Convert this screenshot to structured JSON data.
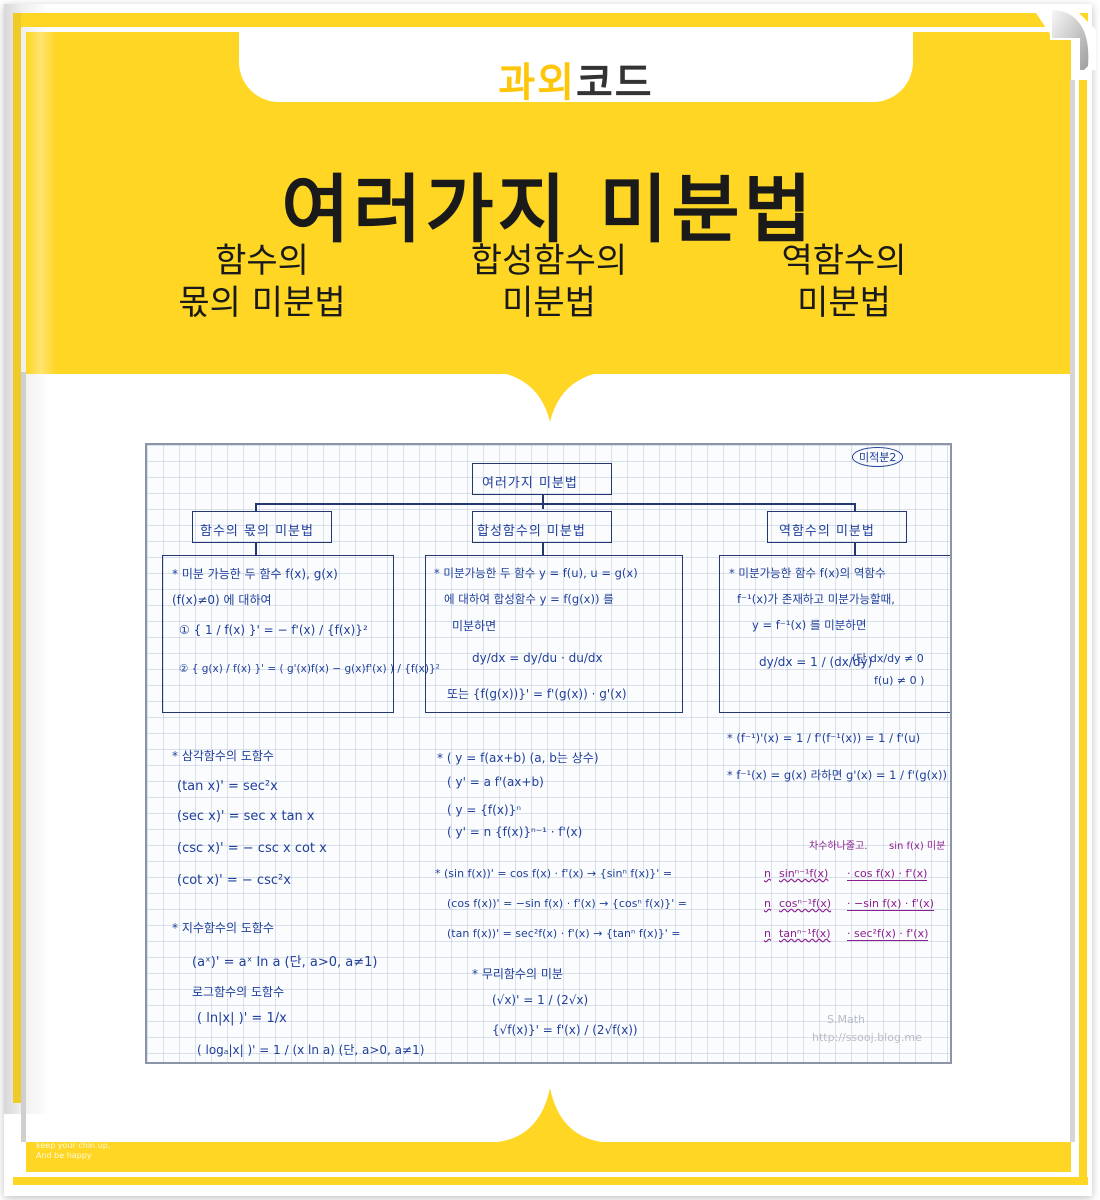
{
  "brand": {
    "logo_part1": "과외",
    "logo_part2": "코드",
    "accent_color": "#FFD624",
    "logo_yellow": "#FFC508"
  },
  "header": {
    "title": "여러가지 미분법",
    "categories": [
      {
        "line1": "함수의",
        "line2": "몫의 미분법"
      },
      {
        "line1": "합성함수의",
        "line2": "미분법"
      },
      {
        "line1": "역함수의",
        "line2": "미분법"
      }
    ]
  },
  "footer": {
    "line1": "keep your chin up,",
    "line2": "And be happy"
  },
  "notebook": {
    "annotation": "미적분2",
    "root": "여러가지   미분법",
    "branches": {
      "quotient": {
        "title": "함수의 몫의 미분법",
        "lines": [
          "* 미분 가능한 두 함수 f(x), g(x)",
          "(f(x)≠0) 에 대하여",
          "① { 1 / f(x) }' = − f'(x) / {f(x)}²",
          "② { g(x) / f(x) }' = ( g'(x)f(x) − g(x)f'(x) ) / {f(x)}²"
        ]
      },
      "chain": {
        "title": "합성함수의   미분법",
        "lines": [
          "* 미분가능한 두 함수  y = f(u), u = g(x)",
          "에 대하여  합성함수  y = f(g(x)) 를",
          "미분하면",
          "dy/dx = dy/du · du/dx",
          "또는  {f(g(x))}' = f'(g(x)) · g'(x)"
        ]
      },
      "inverse": {
        "title": "역함수의   미분법",
        "lines": [
          "* 미분가능한  함수 f(x)의 역함수",
          "f⁻¹(x)가  존재하고  미분가능할때,",
          "y = f⁻¹(x) 를  미분하면",
          "dy/dx = 1 / (dx/dy)",
          "(단 dx/dy ≠ 0",
          "f(u) ≠ 0 )"
        ],
        "extra": [
          "* (f⁻¹)'(x) = 1 / f'(f⁻¹(x)) = 1 / f'(u)",
          "* f⁻¹(x) = g(x) 라하면  g'(x) = 1 / f'(g(x))"
        ]
      }
    },
    "trig": {
      "title": "* 삼각함수의 도함수",
      "lines": [
        "(tan x)' = sec²x",
        "(sec x)' = sec x tan x",
        "(csc x)' = − csc x cot x",
        "(cot x)' = − csc²x"
      ]
    },
    "exp": {
      "title": "* 지수함수의 도함수",
      "line1": "(aˣ)' = aˣ ln a  (단, a>0, a≠1)",
      "log_title": "로그함수의 도함수",
      "line2": "( ln|x| )' = 1/x",
      "line3": "( logₐ|x| )' = 1 / (x ln a)   (단, a>0, a≠1)"
    },
    "linear": {
      "line1": "* ( y = f(ax+b)   (a, b는 상수)",
      "line2": "( y' = a f'(ax+b)",
      "line3": "( y = {f(x)}ⁿ",
      "line4": "( y' = n {f(x)}ⁿ⁻¹ · f'(x)"
    },
    "power_trig": {
      "note1": "차수하나줄고.",
      "note2": "sin f(x) 미분",
      "rows": [
        {
          "left": "* (sin f(x))' = cos f(x) · f'(x) → {sinⁿ f(x)}' =",
          "n": "n",
          "mid": "sinⁿ⁻¹f(x)",
          "right": "· cos f(x) · f'(x)"
        },
        {
          "left": "(cos f(x))' = −sin f(x) · f'(x) → {cosⁿ f(x)}' =",
          "n": "n",
          "mid": "cosⁿ⁻¹f(x)",
          "right": "· −sin f(x) · f'(x)"
        },
        {
          "left": "(tan f(x))' = sec²f(x) · f'(x) → {tanⁿ f(x)}' =",
          "n": "n",
          "mid": "tanⁿ⁻¹f(x)",
          "right": "· sec²f(x) · f'(x)"
        }
      ]
    },
    "irrational": {
      "title": "* 무리함수의  미분",
      "line1": "(√x)' = 1 / (2√x)",
      "line2": "{√f(x)}' = f'(x) / (2√f(x))"
    },
    "watermark": {
      "line1": "S.Math",
      "line2": "http://ssooj.blog.me"
    }
  }
}
